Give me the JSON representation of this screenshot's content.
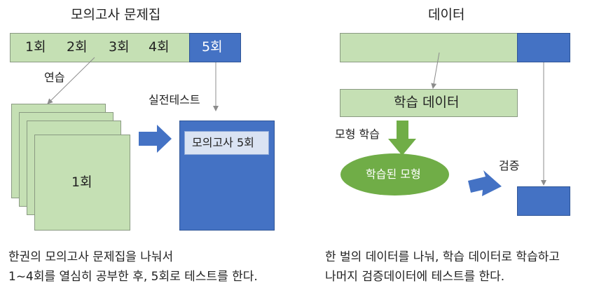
{
  "left": {
    "title": "모의고사 문제집",
    "bar_segments": [
      "1회",
      "2회",
      "3회",
      "4회",
      "5회"
    ],
    "practice_label": "연습",
    "exam_label": "실전테스트",
    "stack_label": "1회",
    "exam_box_label": "모의고사 5회",
    "caption_line1": "한권의 모의고사 문제집을 나눠서",
    "caption_line2": "1~4회를 열심히 공부한 후, 5회로 테스트를 한다."
  },
  "right": {
    "title": "데이터",
    "train_box_label": "학습 데이터",
    "model_learning_label": "모형 학습",
    "trained_model_label": "학습된 모형",
    "validation_label": "검증",
    "caption_line1": "한 벌의 데이터를 나눠, 학습 데이터로 학습하고",
    "caption_line2": "나머지 검증데이터에 테스트를 한다."
  },
  "colors": {
    "green_fill": "#c5e0b4",
    "blue_fill": "#4472c4",
    "model_green": "#70ad47",
    "light_blue_fill": "#dae3f3",
    "gray_line": "#8c8c8c"
  }
}
